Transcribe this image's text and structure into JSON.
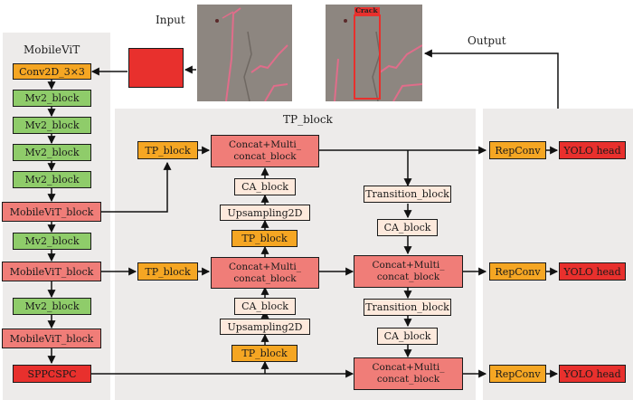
{
  "labels": {
    "input": "Input",
    "output": "Output",
    "mobilevit_panel": "MobileViT",
    "tp_panel": "TP_block"
  },
  "images": {
    "input_alt": "concrete crack input image",
    "output_alt": "concrete crack detection output",
    "detection_label": "Crack"
  },
  "colors": {
    "orange": "#f5a623",
    "green": "#8fcc6a",
    "pink": "#f07d78",
    "red": "#e8302d",
    "cream": "#fde9dc",
    "panel": "#edebea"
  },
  "backbone": [
    "Conv2D_3×3",
    "Mv2_block",
    "Mv2_block",
    "Mv2_block",
    "Mv2_block",
    "MobileViT_block",
    "Mv2_block",
    "MobileViT_block",
    "Mv2_block",
    "MobileViT_block",
    "SPPCSPC"
  ],
  "neck": {
    "tp_top": "TP_block",
    "tp_mid": "TP_block",
    "concat_top": "Concat+Multi_ concat_block",
    "concat_mid": "Concat+Multi_ concat_block",
    "ca_up1": "CA_block",
    "ups_up1": "Upsampling2D",
    "tp_up1": "TP_block",
    "ca_up2": "CA_block",
    "ups_up2": "Upsampling2D",
    "tp_up2": "TP_block",
    "trans1": "Transition_block",
    "ca_dn1": "CA_block",
    "concat_r1": "Concat+Multi_ concat_block",
    "trans2": "Transition_block",
    "ca_dn2": "CA_block",
    "concat_r2": "Concat+Multi_ concat_block"
  },
  "head": [
    {
      "repconv": "RepConv",
      "yolo": "YOLO head"
    },
    {
      "repconv": "RepConv",
      "yolo": "YOLO head"
    },
    {
      "repconv": "RepConv",
      "yolo": "YOLO head"
    }
  ]
}
